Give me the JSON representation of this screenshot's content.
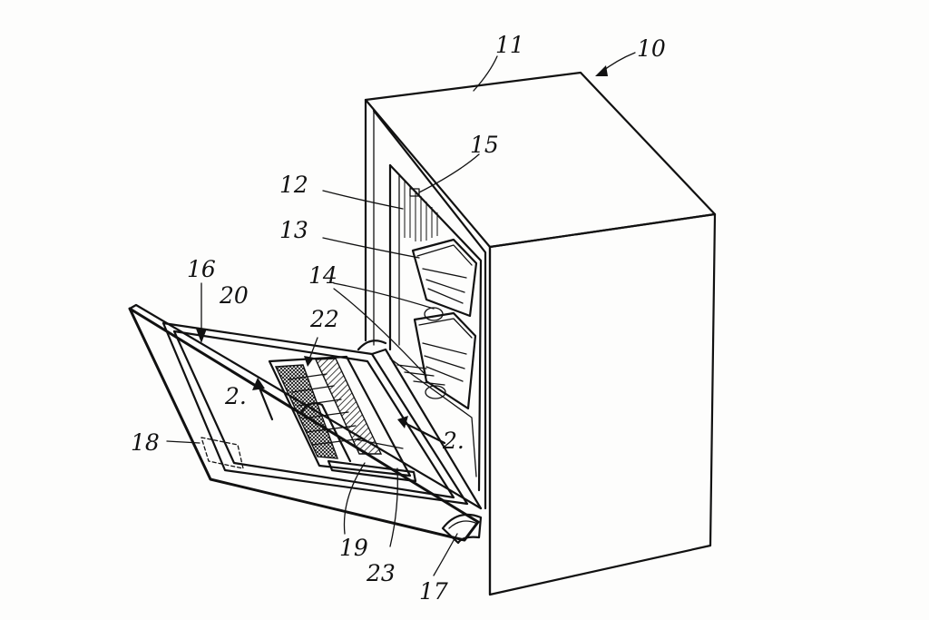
{
  "figure": {
    "ink_color": "#111111",
    "paper_color": "#fdfdfc",
    "labels": {
      "l10": "10",
      "l11": "11",
      "l12": "12",
      "l13": "13",
      "l14": "14",
      "l15": "15",
      "l16": "16",
      "l17": "17",
      "l18": "18",
      "l19": "19",
      "l20": "20",
      "l22": "22",
      "l23": "23",
      "sec_left": "2.",
      "sec_right": "2."
    }
  }
}
